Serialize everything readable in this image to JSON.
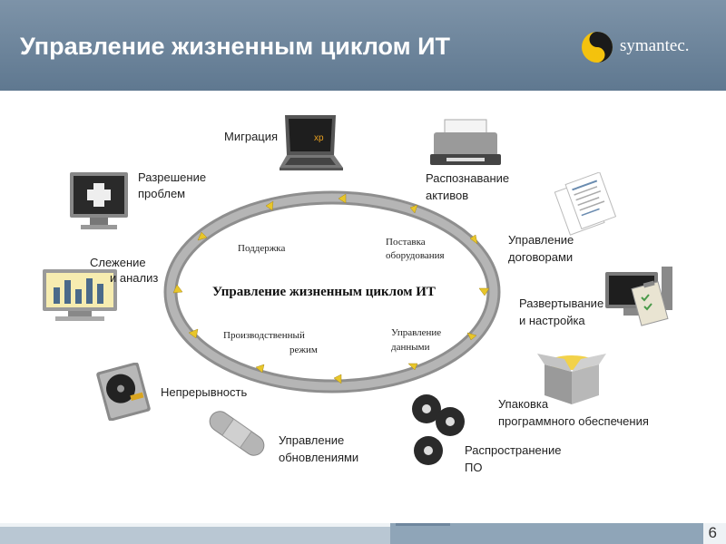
{
  "header": {
    "title": "Управление жизненным циклом ИТ"
  },
  "logo": {
    "text": "symantec."
  },
  "center_title": "Управление жизненным циклом ИТ",
  "ring_labels": {
    "support": "Поддержка",
    "supply": [
      "Поставка",
      "оборудования"
    ],
    "production": [
      "Производственный",
      "режим"
    ],
    "data_mgmt": [
      "Управление",
      "данными"
    ]
  },
  "outer_labels": {
    "migration": "Миграция",
    "problem_resolution": [
      "Разрешение",
      "проблем"
    ],
    "monitoring": [
      "Слежение",
      "и анализ"
    ],
    "continuity": "Непрерывность",
    "patch_mgmt": [
      "Управление",
      "обновлениями"
    ],
    "asset_discovery": [
      "Распознавание",
      "активов"
    ],
    "contract_mgmt": [
      "Управление",
      "договорами"
    ],
    "deployment": [
      "Развертывание",
      "и настройка"
    ],
    "packaging": [
      "Упаковка",
      "программного обеспечения"
    ],
    "distribution": [
      "Распространение",
      "ПО"
    ]
  },
  "laptop_badge": "xp",
  "footer": {
    "page_number": "6"
  },
  "colors": {
    "header": "#6f879e",
    "ring": "#9a9a9a",
    "arrow": "#e8c62a",
    "footer": "#8fa5b8"
  }
}
